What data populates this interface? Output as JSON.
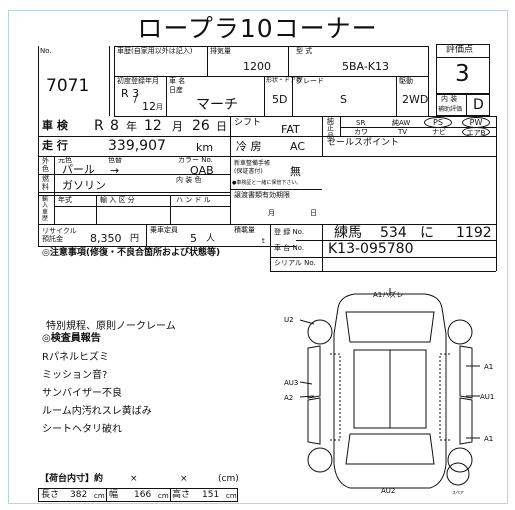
{
  "sheet_title": "ロープラ10コーナー",
  "lot": {
    "no_label": "No.",
    "number": "7071"
  },
  "header": {
    "history_label": "車歴(自家用以外は記入)",
    "displacement_label": "排気量",
    "displacement": "1200",
    "model_label": "型 式",
    "model_code": "5BA-K13",
    "score_label": "評価点",
    "score": "3",
    "reg_year_label": "初度登録年月",
    "reg_year": "R 3",
    "reg_month": "12",
    "month_unit": "月",
    "car_name_label": "車 名",
    "maker": "日産",
    "car_name": "マーチ",
    "doors_label": "形状・ドア数",
    "doors": "5D",
    "grade_label": "グレード",
    "grade": "S",
    "drive_label": "駆動",
    "drive": "2WD",
    "interior_label": "内 装",
    "interior_sub": "補助評価",
    "interior_grade": "D"
  },
  "inspection": {
    "label": "車 検",
    "era": "R",
    "year": "8",
    "year_unit": "年",
    "month": "12",
    "month_unit": "月",
    "day": "26",
    "day_unit": "日",
    "shift_label": "シフト",
    "shift": "FAT",
    "equip_label": "純正品",
    "sr": "SR",
    "aw": "純AW",
    "ps": "PS",
    "pw": "PW",
    "kawa": "カワ",
    "tv": "TV",
    "navi": "ナビ",
    "airbag": "エアB"
  },
  "mileage": {
    "label": "走 行",
    "value": "339,907",
    "unit": "km",
    "ac_label": "冷 房",
    "ac": "AC",
    "sales_point_label": "セールスポイント"
  },
  "colors": {
    "exterior_label": "外色",
    "original_label": "元色",
    "original": "パール",
    "changed_label": "色替",
    "changed": "→",
    "color_no_label": "カラー No.",
    "color_no": "QAB",
    "interior_color_label": "内 装 色",
    "manual_label": "新車整備手帳(保証書付)",
    "manual": "無",
    "manual_note": "●車検証と一緒に保管下さい。"
  },
  "fuel": {
    "label": "燃料",
    "value": "ガソリン"
  },
  "import": {
    "label": "輸入車歴",
    "year_label": "年式",
    "kind_label": "輸 入 区 分",
    "handle_label": "ハ ン ド ル",
    "expiry_label": "譲渡書類有効期限",
    "month_unit": "月",
    "day_unit": "日"
  },
  "recycle": {
    "label": "リサイクル預託金",
    "amount": "8,350",
    "yen": "円",
    "capacity_label": "乗車定員",
    "capacity": "5",
    "person": "人",
    "load_label": "積載量",
    "load_unit": "t"
  },
  "registration": {
    "plate_label": "登 録 No.",
    "region": "練馬",
    "class_no": "534",
    "kana": "に",
    "number": "1192",
    "chassis_label": "車 台 No.",
    "chassis": "K13-095780",
    "serial_label": "シリアル No."
  },
  "notice": "◎注意事項(修復・不良合箇所および状態等)",
  "remarks": {
    "line1": "特別規程、原則ノークレーム",
    "heading": "◎検査員報告",
    "items": [
      "Rパネルヒズミ",
      "ミッション音?",
      "サンバイザー不良",
      "ルーム内汚れスレ黄ばみ",
      "シートヘタリ破れ"
    ]
  },
  "diagram": {
    "top": "A1ハズレ",
    "left_top": "U2",
    "left_mid": "AU3",
    "left_low": "A2",
    "right_top": "A1",
    "right_mid": "AU1",
    "right_low": "A1",
    "bottom": "AU2",
    "spare": "スペア"
  },
  "cargo": {
    "label": "【荷台内寸】約",
    "x1": "×",
    "x2": "×",
    "unit": "(cm)",
    "length_label": "長さ",
    "length": "382",
    "width_label": "幅",
    "width": "166",
    "height_label": "高さ",
    "height": "151",
    "cm": "cm"
  }
}
